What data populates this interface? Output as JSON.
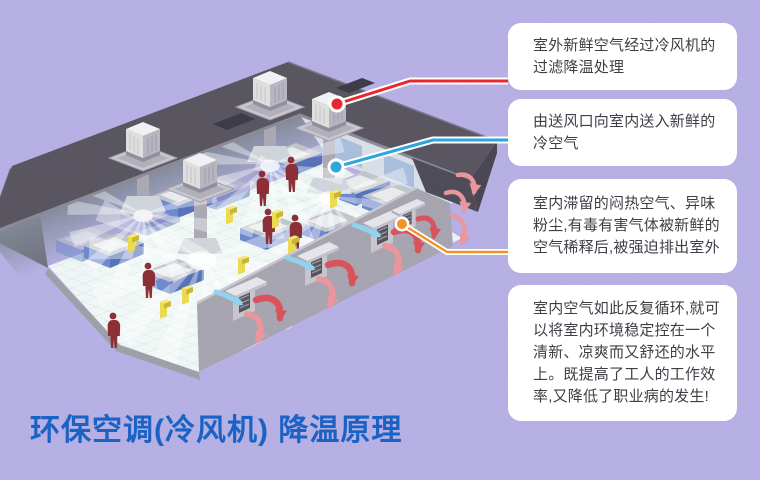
{
  "page": {
    "background_color": "#b5aee3"
  },
  "title": {
    "text": "环保空调(冷风机)  降温原理",
    "color": "#1a63c5"
  },
  "callouts": [
    {
      "name": "fresh-air-filtering",
      "lines": [
        "室外新鲜空气经过冷风机的",
        "过滤降温处理"
      ],
      "connector_color": "#e8242b"
    },
    {
      "name": "cold-air-supply",
      "lines": [
        "由送风口向室内送入新鲜的",
        "冷空气"
      ],
      "connector_color": "#29a4db"
    },
    {
      "name": "exhaust-stale-air",
      "lines": [
        "室内滞留的闷热空气、异味",
        "粉尘,有毒有害气体被新鲜的",
        "空气稀释后,被强迫排出室外"
      ],
      "connector_color": "#f0931f"
    },
    {
      "name": "circulation-result",
      "lines": [
        "室内空气如此反复循环,就可",
        "以将室内环境稳定控在一个",
        "清新、凉爽而又舒还的水平",
        "上。既提高了工人的工作效",
        "率,又降低了职业病的发生!"
      ],
      "connector_color": ""
    }
  ],
  "illustration": {
    "description": "isometric factory building with rooftop evaporative coolers, interior supply airflow and wall exhaust fans",
    "colors": {
      "roof": "#57535e",
      "wall": "#a5a3ae",
      "floor": "#eaf4f2",
      "worker": "#8a2b33",
      "table": "#6d87cc",
      "supply_air": "#8ed1ef",
      "exhaust_air": "#d94f59",
      "cooler_body": "#f1f0f4"
    }
  }
}
